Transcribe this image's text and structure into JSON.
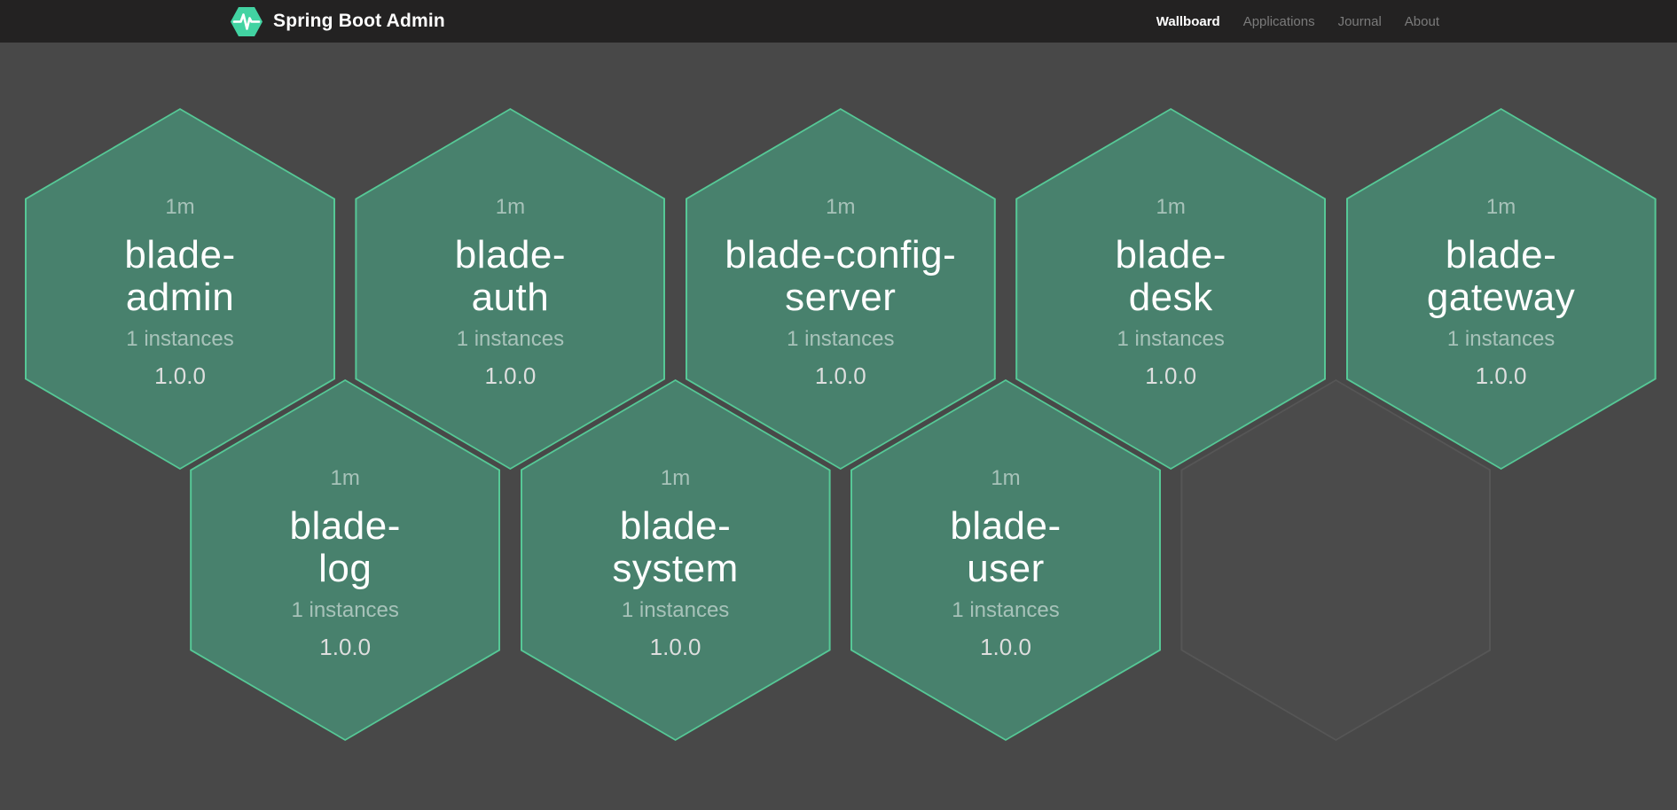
{
  "navbar": {
    "brand": "Spring Boot Admin",
    "brand_icon": "pulse-hexagon-icon",
    "links": [
      {
        "label": "Wallboard",
        "active": true
      },
      {
        "label": "Applications",
        "active": false
      },
      {
        "label": "Journal",
        "active": false
      },
      {
        "label": "About",
        "active": false
      }
    ]
  },
  "colors": {
    "navbar_bg": "#232222",
    "page_bg": "#484848",
    "brand_green": "#42d3a2",
    "hex_fill": "#48816d",
    "hex_border": "#56c896",
    "empty_hex_fill": "#4b4b4b",
    "empty_hex_border": "#565656",
    "muted_text": "rgba(255,255,255,0.52)",
    "name_text": "#ffffff",
    "version_text": "#dedede"
  },
  "wallboard": {
    "tiles": [
      {
        "name": "blade-admin",
        "name_lines": [
          "blade-",
          "admin"
        ],
        "uptime": "1m",
        "instances": "1 instances",
        "version": "1.0.0",
        "empty": false
      },
      {
        "name": "blade-auth",
        "name_lines": [
          "blade-",
          "auth"
        ],
        "uptime": "1m",
        "instances": "1 instances",
        "version": "1.0.0",
        "empty": false
      },
      {
        "name": "blade-config-server",
        "name_lines": [
          "blade-config-",
          "server"
        ],
        "uptime": "1m",
        "instances": "1 instances",
        "version": "1.0.0",
        "empty": false
      },
      {
        "name": "blade-desk",
        "name_lines": [
          "blade-",
          "desk"
        ],
        "uptime": "1m",
        "instances": "1 instances",
        "version": "1.0.0",
        "empty": false
      },
      {
        "name": "blade-gateway",
        "name_lines": [
          "blade-",
          "gateway"
        ],
        "uptime": "1m",
        "instances": "1 instances",
        "version": "1.0.0",
        "empty": false
      },
      {
        "name": "blade-log",
        "name_lines": [
          "blade-",
          "log"
        ],
        "uptime": "1m",
        "instances": "1 instances",
        "version": "1.0.0",
        "empty": false
      },
      {
        "name": "blade-system",
        "name_lines": [
          "blade-",
          "system"
        ],
        "uptime": "1m",
        "instances": "1 instances",
        "version": "1.0.0",
        "empty": false
      },
      {
        "name": "blade-user",
        "name_lines": [
          "blade-",
          "user"
        ],
        "uptime": "1m",
        "instances": "1 instances",
        "version": "1.0.0",
        "empty": false
      },
      {
        "name": "empty-slot",
        "empty": true
      }
    ]
  }
}
